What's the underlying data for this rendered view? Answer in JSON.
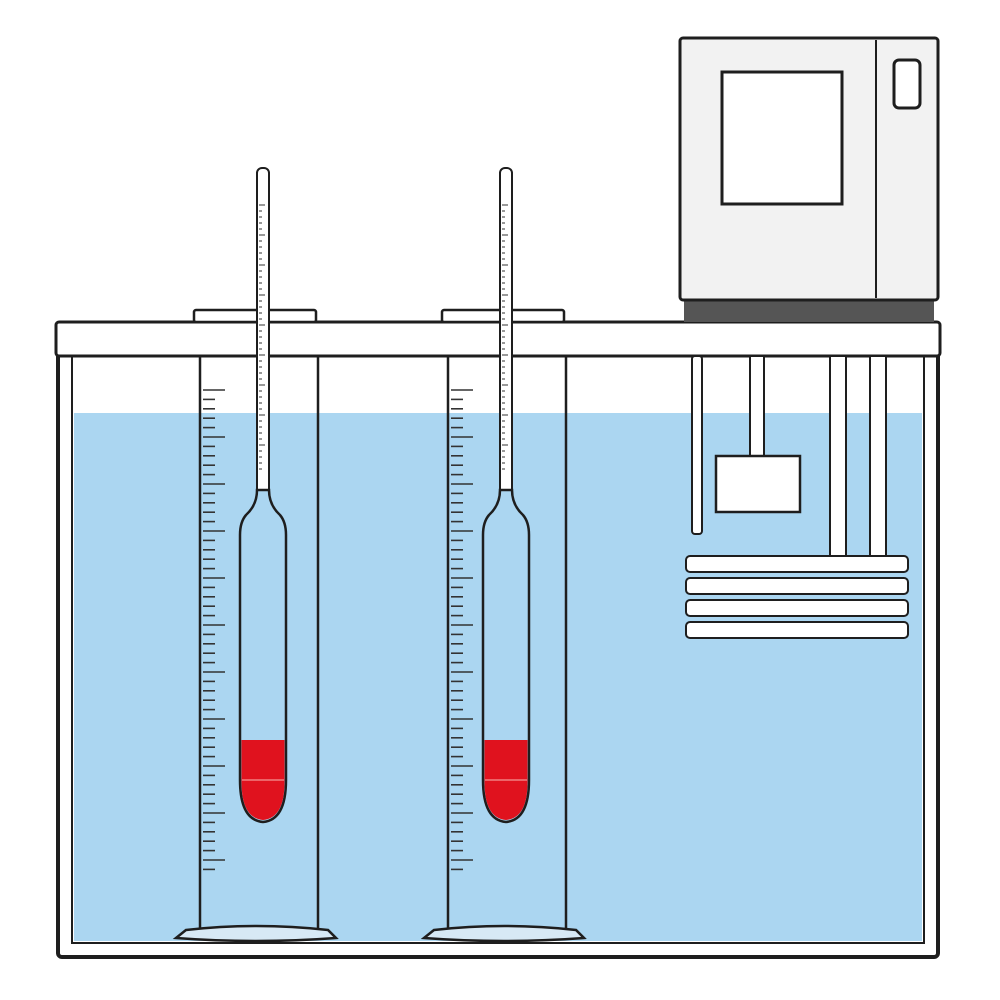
{
  "scene": {
    "description_visible_text": "",
    "colors": {
      "background": "#ffffff",
      "water": "#abd6f1",
      "outline": "#1e1e1e",
      "tank_white": "#ffffff",
      "hydrometer_bulb": "#e0121e",
      "controller_body": "#f2f2f2",
      "controller_base": "#555555",
      "scale_ticks": "#333333"
    },
    "components": [
      "water-bath-tank",
      "lid-bar",
      "graduated-cylinder-left",
      "graduated-cylinder-right",
      "hydrometer-left",
      "hydrometer-right",
      "thermostat-controller",
      "heater-coil",
      "stirrer",
      "temperature-probe"
    ]
  }
}
